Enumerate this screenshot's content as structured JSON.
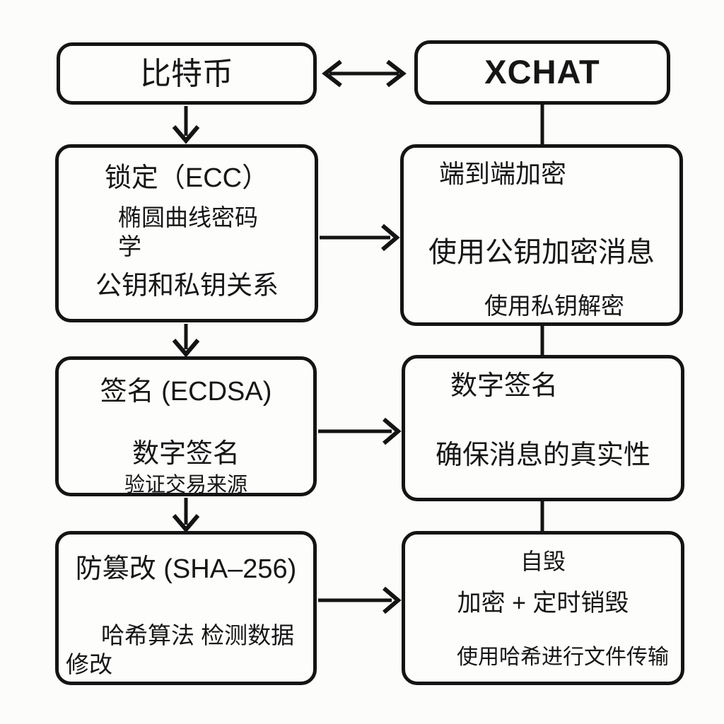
{
  "colors": {
    "background": "#fcfcfa",
    "line": "#141414",
    "text": "#161616"
  },
  "left_column": {
    "row1": {
      "title": "比特币"
    },
    "row2": {
      "heading": "锁定（ECC）",
      "sub": "椭圆曲线密码 学",
      "body": "公钥和私钥关系"
    },
    "row3": {
      "heading": "签名 (ECDSA)",
      "body": "数字签名",
      "note": "验证交易来源"
    },
    "row4": {
      "heading": "防篡改 (SHA–256)",
      "body_line1": "哈希算法 检测数据",
      "body_line2": "修改"
    }
  },
  "right_column": {
    "row1": {
      "title": "XCHAT"
    },
    "row2": {
      "heading": "端到端加密",
      "body": "使用公钥加密消息",
      "note": "使用私钥解密"
    },
    "row3": {
      "heading": "数字签名",
      "body": "确保消息的真实性"
    },
    "row4": {
      "heading": "自毁",
      "body": "加密 + 定时销毁",
      "note": "使用哈希进行文件传输"
    }
  },
  "edges": [
    {
      "from": "bitcoin",
      "to": "xchat",
      "type": "double-arrow"
    },
    {
      "from": "bitcoin",
      "to": "ecc-lock",
      "type": "arrow-down"
    },
    {
      "from": "ecc-lock",
      "to": "signature-ecdsa",
      "type": "arrow-down"
    },
    {
      "from": "signature-ecdsa",
      "to": "tamper-proof-sha256",
      "type": "arrow-down"
    },
    {
      "from": "xchat",
      "to": "e2e-encryption",
      "type": "line"
    },
    {
      "from": "e2e-encryption",
      "to": "digital-signature",
      "type": "line"
    },
    {
      "from": "digital-signature",
      "to": "self-destruct",
      "type": "line"
    },
    {
      "from": "ecc-lock",
      "to": "e2e-encryption",
      "type": "arrow-right"
    },
    {
      "from": "signature-ecdsa",
      "to": "digital-signature",
      "type": "arrow-right"
    },
    {
      "from": "tamper-proof-sha256",
      "to": "self-destruct",
      "type": "arrow-right"
    }
  ]
}
